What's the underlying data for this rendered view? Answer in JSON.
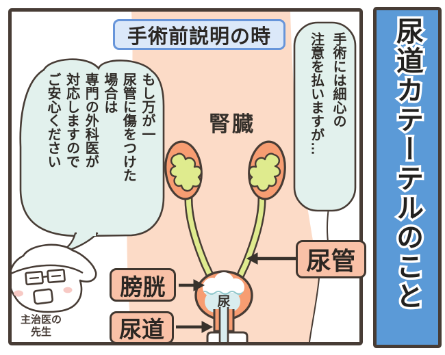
{
  "sidebar": {
    "title": "尿道カテーテルのこと"
  },
  "panel": {
    "scene_label": "手術前説明の時",
    "speech_bubbles": {
      "reassurance": "もし万が一\n尿管に傷をつけた\n場合は\n専門の外科医が\n対応しますので\nご安心ください",
      "caution": "手術には細心の\n注意を払いますが…"
    },
    "anatomy": {
      "kidney_label": "腎臓",
      "ureter_label": "尿管",
      "bladder_label": "膀胱",
      "urethra_label": "尿道",
      "urine_label": "尿"
    },
    "character_caption": "主治医の\n先生"
  },
  "colors": {
    "panel_border": "#473c35",
    "sidebar_bg": "#5b9ad7",
    "body_skin": "#fcdbc7",
    "speech_bubble": "#e2f1ed",
    "label_bg": "#f9c1a7",
    "organ_orange": "#f79d72",
    "ureter_green": "#dfeb8e",
    "urine_blue": "#d9edef",
    "scene_label_bg": "#dbe8f9",
    "scene_label_border": "#6795da"
  }
}
